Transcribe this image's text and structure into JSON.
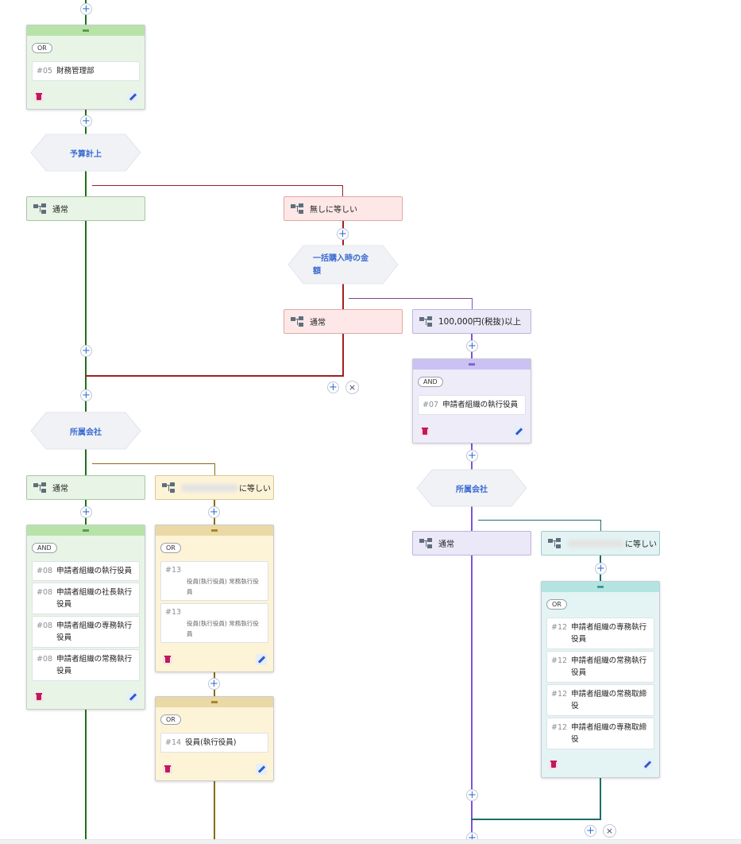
{
  "colors": {
    "green": "#1f6f1a",
    "red": "#a02020",
    "purple": "#7a55d6",
    "olive": "#8a6a10",
    "teal": "#1d6e6a",
    "link_blue": "#3a6bd0"
  },
  "icons": {
    "add": "+",
    "remove": "×",
    "branch": "branch-icon",
    "delete": "trash-icon",
    "edit": "pencil-icon"
  },
  "card_finance": {
    "logic": "OR",
    "conditions": [
      {
        "num": "#05",
        "text": "財務管理部"
      }
    ]
  },
  "decision_budget": {
    "label": "予算計上"
  },
  "branch_normal_1": {
    "label": "通常"
  },
  "branch_none": {
    "label": "無しに等しい"
  },
  "decision_bulk": {
    "label_line1": "一括購入時の金",
    "label_line2": "額"
  },
  "branch_normal_2": {
    "label": "通常"
  },
  "branch_100k": {
    "label": "100,000円(税抜)以上"
  },
  "card_exec07": {
    "logic": "AND",
    "conditions": [
      {
        "num": "#07",
        "text": "申請者組織の執行役員"
      }
    ]
  },
  "decision_company_1": {
    "label": "所属会社"
  },
  "decision_company_2": {
    "label": "所属会社"
  },
  "branch_normal_3": {
    "label": "通常"
  },
  "branch_company_a": {
    "label": "に等しい"
  },
  "card_and08": {
    "logic": "AND",
    "conditions": [
      {
        "num": "#08",
        "text": "申請者組織の執行役員"
      },
      {
        "num": "#08",
        "text": "申請者組織の社長執行役員"
      },
      {
        "num": "#08",
        "text": "申請者組織の専務執行役員"
      },
      {
        "num": "#08",
        "text": "申請者組織の常務執行役員"
      }
    ]
  },
  "card_or13": {
    "logic": "OR",
    "conditions": [
      {
        "num": "#13",
        "text": "役員(執行役員) 常務執行役員"
      },
      {
        "num": "#13",
        "text": "役員(執行役員) 常務執行役員"
      }
    ]
  },
  "card_or14": {
    "logic": "OR",
    "conditions": [
      {
        "num": "#14",
        "text": "役員(執行役員)"
      }
    ]
  },
  "branch_normal_4": {
    "label": "通常"
  },
  "branch_company_b": {
    "label": "に等しい"
  },
  "card_or12": {
    "logic": "OR",
    "conditions": [
      {
        "num": "#12",
        "text": "申請者組織の専務執行役員"
      },
      {
        "num": "#12",
        "text": "申請者組織の常務執行役員"
      },
      {
        "num": "#12",
        "text": "申請者組織の常務取締役"
      },
      {
        "num": "#12",
        "text": "申請者組織の専務取締役"
      }
    ]
  }
}
